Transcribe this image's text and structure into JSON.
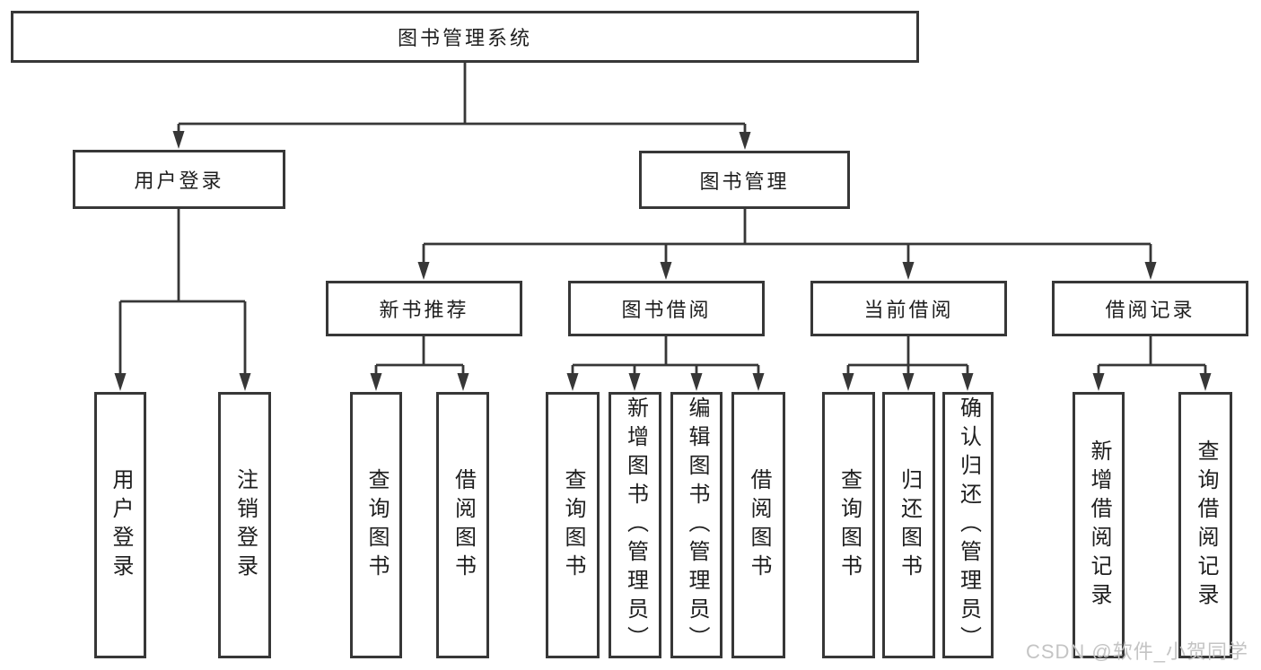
{
  "diagram_title": "图书管理系统",
  "nodes": {
    "root": "图书管理系统",
    "user_login": "用户登录",
    "book_mgmt": "图书管理",
    "new_book_rec": "新书推荐",
    "book_borrow": "图书借阅",
    "current_borrow": "当前借阅",
    "borrow_record": "借阅记录",
    "leaf_user_login": "用户登录",
    "leaf_logout": "注销登录",
    "leaf_query_book_rec": "查询图书",
    "leaf_borrow_book_rec": "借阅图书",
    "leaf_query_book_borrow": "查询图书",
    "leaf_add_book": "新增图书（管理员）",
    "leaf_edit_book": "编辑图书（管理员）",
    "leaf_borrow_book_borrow": "借阅图书",
    "leaf_query_book_cur": "查询图书",
    "leaf_return_book": "归还图书",
    "leaf_confirm_return": "确认归还（管理员）",
    "leaf_add_borrow_record": "新增借阅记录",
    "leaf_query_borrow_record": "查询借阅记录"
  },
  "watermark": "CSDN @软件_小贺同学",
  "colors": {
    "line": "#373737",
    "box_border": "#373737",
    "text": "#1e1e1e",
    "watermark": "#c4c4c4",
    "background": "#ffffff"
  }
}
